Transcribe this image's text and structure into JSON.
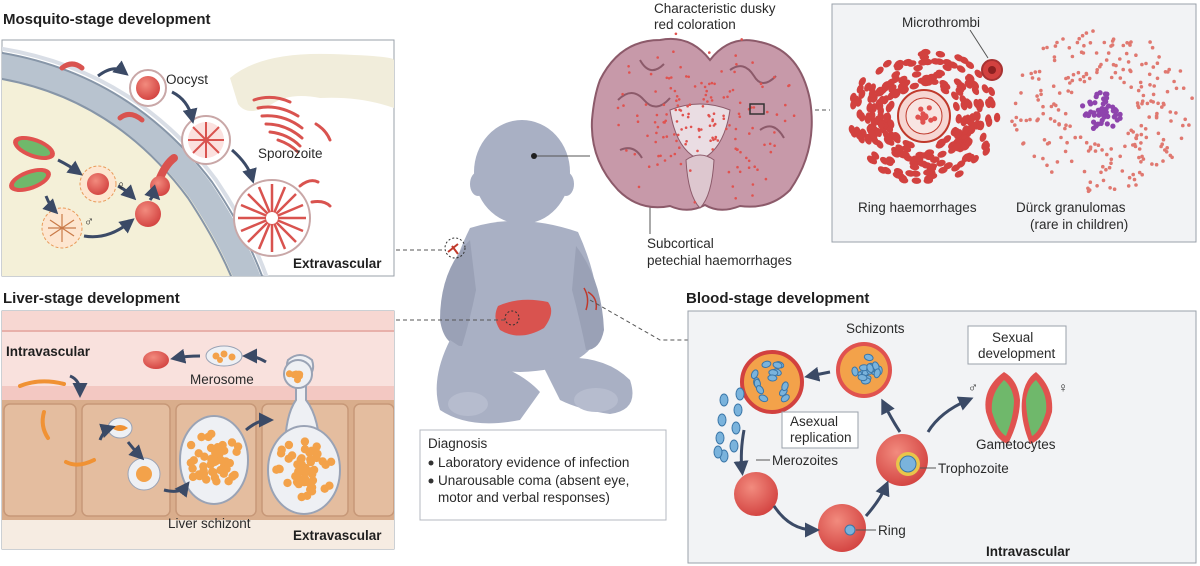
{
  "mosquito": {
    "title": "Mosquito-stage development",
    "oocyst": "Oocyst",
    "sporozoite": "Sporozoite",
    "region": "Extravascular",
    "female": "♀",
    "male": "♂"
  },
  "liver": {
    "title": "Liver-stage development",
    "intravascular": "Intravascular",
    "merosome": "Merosome",
    "schizont": "Liver schizont",
    "extravascular": "Extravascular"
  },
  "brain": {
    "coloration_line1": "Characteristic dusky",
    "coloration_line2": "red coloration",
    "petechial_line1": "Subcortical",
    "petechial_line2": "petechial haemorrhages"
  },
  "inset": {
    "microthrombi": "Microthrombi",
    "ring": "Ring haemorrhages",
    "durck_line1": "Dürck granulomas",
    "durck_line2": "(rare in children)"
  },
  "diagnosis": {
    "title": "Diagnosis",
    "items": [
      "Laboratory evidence of infection",
      "Unarousable coma (absent eye,",
      "motor and verbal responses)"
    ]
  },
  "blood": {
    "title": "Blood-stage development",
    "schizonts": "Schizonts",
    "sexual_line1": "Sexual",
    "sexual_line2": "development",
    "asexual_line1": "Asexual",
    "asexual_line2": "replication",
    "merozoites": "Merozoites",
    "trophozoite": "Trophozoite",
    "ring": "Ring",
    "gametocytes": "Gametocytes",
    "region": "Intravascular",
    "male": "♂",
    "female": "♀"
  },
  "colors": {
    "arrow": "#3b4a66",
    "rbc": "#e0524f",
    "cyto": "#f0a050",
    "panel_grey": "#f2f3f5",
    "baby": "#a9b0c4"
  }
}
